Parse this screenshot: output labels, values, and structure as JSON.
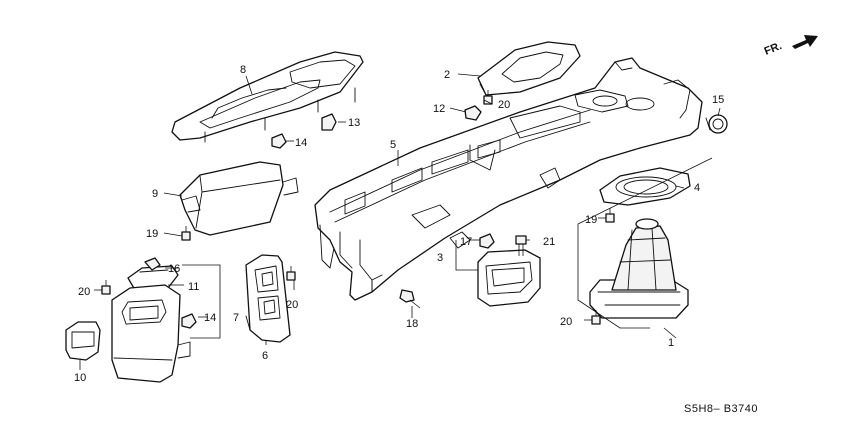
{
  "direction": {
    "label": "FR."
  },
  "diagram_code": "S5H8– B3740",
  "callouts": {
    "c1": "1",
    "c2": "2",
    "c3": "3",
    "c4": "4",
    "c5": "5",
    "c6": "6",
    "c7": "7",
    "c8": "8",
    "c9": "9",
    "c10": "10",
    "c11": "11",
    "c12": "12",
    "c13": "13",
    "c14a": "14",
    "c14b": "14",
    "c15": "15",
    "c16": "16",
    "c17": "17",
    "c18": "18",
    "c19a": "19",
    "c19b": "19",
    "c20a": "20",
    "c20b": "20",
    "c20c": "20",
    "c20d": "20",
    "c21": "21"
  }
}
